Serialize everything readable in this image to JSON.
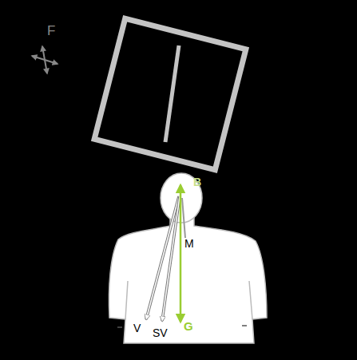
{
  "diagram": {
    "labels": [
      "F",
      "B",
      "M",
      "V",
      "SV",
      "G"
    ]
  }
}
